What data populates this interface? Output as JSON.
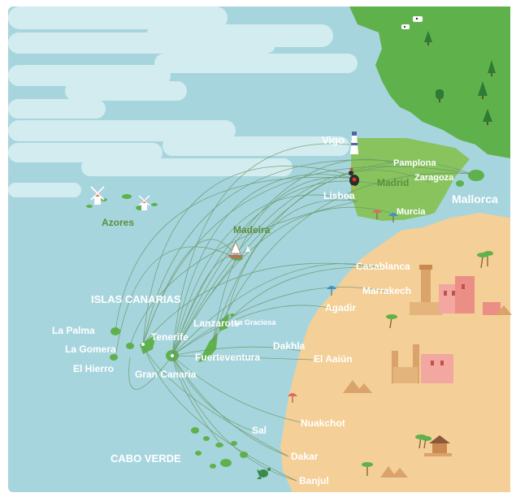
{
  "colors": {
    "ocean": "#a7d5de",
    "ocean_light": "#c6e6ea",
    "cloud": "#d2ebee",
    "africa": "#f4cf97",
    "europe": "#5fb24b",
    "iberia": "#88c35e",
    "route": "#6a9a6a",
    "label_white": "#ffffff",
    "label_green": "#5b8f3c"
  },
  "labels": {
    "vigo": "Vigo",
    "pamplona": "Pamplona",
    "zaragoza": "Zaragoza",
    "madrid": "Madrid",
    "lisboa": "Lisboa",
    "mallorca": "Mallorca",
    "murcia": "Murcia",
    "azores": "Azores",
    "madeira": "Madeira",
    "casablanca": "Casablanca",
    "marrakech": "Marrakech",
    "agadir": "Agadir",
    "islas_canarias": "ISLAS CANARIAS",
    "lanzarote": "Lanzarote",
    "la_graciosa": "La Graciosa",
    "la_palma": "La Palma",
    "tenerife": "Tenerife",
    "la_gomera": "La Gomera",
    "el_hierro": "El Hierro",
    "fuerteventura": "Fuerteventura",
    "gran_canaria": "Gran Canaria",
    "dakhla": "Dakhla",
    "el_aaiun": "El Aaiún",
    "nuakchot": "Nuakchot",
    "sal": "Sal",
    "cabo_verde": "CABO VERDE",
    "dakar": "Dakar",
    "banjul": "Banjul"
  },
  "icons": [
    "windmill-icon",
    "lighthouse-icon",
    "rooster-icon",
    "sailboat-icon",
    "palm-tree-icon",
    "umbrella-icon",
    "minaret-icon",
    "pyramid-icon",
    "hut-icon",
    "turtle-icon",
    "cow-icon",
    "tree-icon"
  ]
}
